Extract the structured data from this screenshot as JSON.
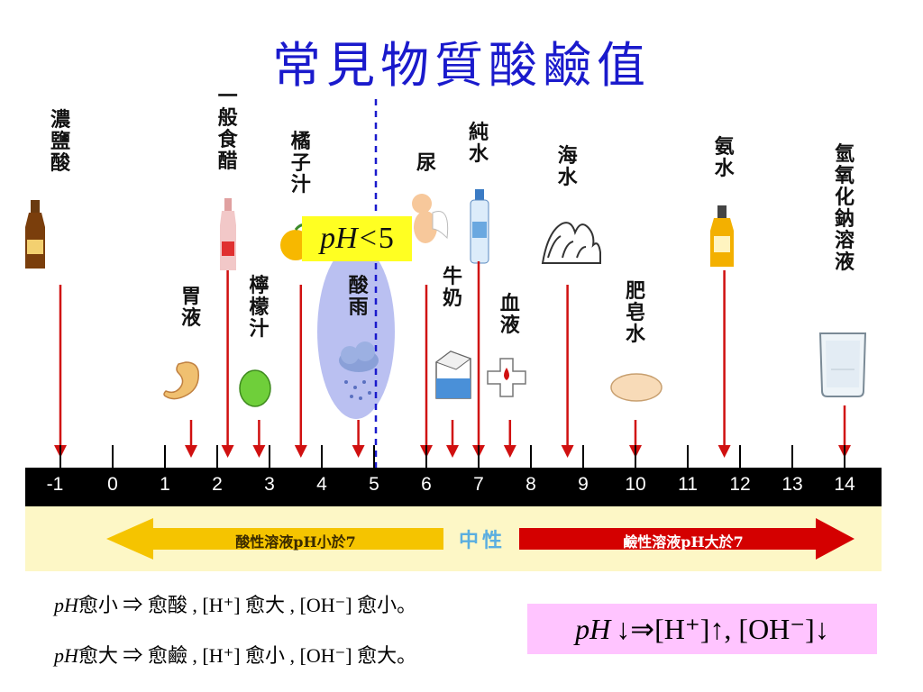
{
  "title": "常見物質酸鹼值",
  "scale_ticks": [
    "-1",
    "0",
    "1",
    "2",
    "3",
    "4",
    "5",
    "6",
    "7",
    "8",
    "9",
    "10",
    "11",
    "12",
    "13",
    "14"
  ],
  "substances_top": [
    {
      "name": "濃鹽酸",
      "ph": -1
    },
    {
      "name": "一般食醋",
      "ph": 2.2
    },
    {
      "name": "橘子汁",
      "ph": 3.6
    },
    {
      "name": "尿",
      "ph": 6.0
    },
    {
      "name": "純水",
      "ph": 7.0
    },
    {
      "name": "海水",
      "ph": 8.7
    },
    {
      "name": "氨水",
      "ph": 11.7
    },
    {
      "name": "氫氧化鈉溶液",
      "ph": 14
    }
  ],
  "substances_bottom": [
    {
      "name": "胃液",
      "ph": 1.5
    },
    {
      "name": "檸檬汁",
      "ph": 2.8
    },
    {
      "name": "酸雨",
      "ph": 4.7
    },
    {
      "name": "牛奶",
      "ph": 6.5
    },
    {
      "name": "血液",
      "ph": 7.6
    },
    {
      "name": "肥皂水",
      "ph": 10.0
    }
  ],
  "acid_rain_threshold": {
    "label_pre": "pH",
    "label_op": "<",
    "label_num": "5",
    "ph": 5
  },
  "band": {
    "acid": "酸性溶液pH小於7",
    "neutral": "中性",
    "base": "鹼性溶液pH大於7"
  },
  "colors": {
    "arrow": "#d01010",
    "acid_arrow": "#f5c400",
    "base_arrow": "#d40000",
    "rain_ellipse": "#aeb5ee"
  },
  "notes": [
    {
      "ph": "pH",
      "rest": "愈小 ⇒ 愈酸 , [H⁺] 愈大 , [OH⁻] 愈小。"
    },
    {
      "ph": "pH",
      "rest": "愈大 ⇒ 愈鹼 , [H⁺] 愈小 , [OH⁻] 愈大。"
    }
  ],
  "summary": {
    "ph": "pH",
    "rest": "↓⇒[H⁺]↑, [OH⁻]↓"
  }
}
